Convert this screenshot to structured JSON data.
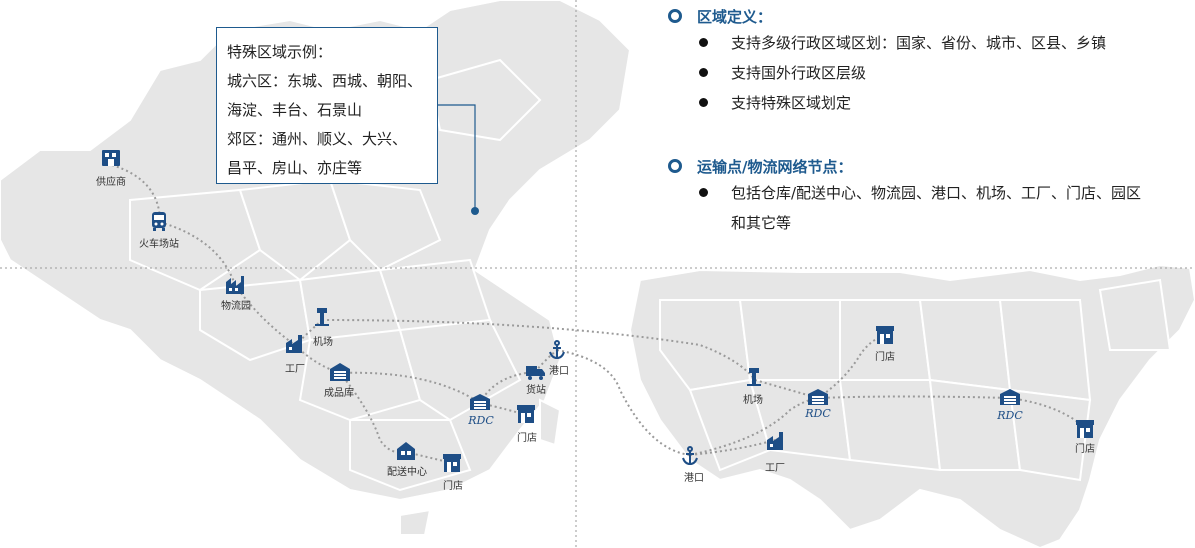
{
  "callout": {
    "lines": [
      "特殊区域示例：",
      "城六区：东城、西城、朝阳、",
      "海淀、丰台、石景山",
      "郊区：通州、顺义、大兴、",
      "昌平、房山、亦庄等"
    ]
  },
  "region_section": {
    "title": "区域定义：",
    "items": [
      "支持多级行政区域区划：国家、省份、城市、区县、乡镇",
      "支持国外行政区层级",
      "支持特殊区域划定"
    ]
  },
  "node_section": {
    "title": "运输点/物流网络节点：",
    "items": [
      "包括仓库/配送中心、物流园、港口、机场、工厂、门店、园区和其它等"
    ]
  },
  "nodes": {
    "supplier": "供应商",
    "train_station": "火车场站",
    "logistics_park": "物流园",
    "airport_cn": "机场",
    "factory_cn": "工厂",
    "finished_goods_wh": "成品库",
    "distribution_center": "配送中心",
    "store_cn_1": "门店",
    "rdc_cn": "RDC",
    "freight_station": "货站",
    "port_cn": "港口",
    "store_cn_2": "门店",
    "port_us": "港口",
    "factory_us": "工厂",
    "airport_us": "机场",
    "rdc_us_1": "RDC",
    "store_us_1": "门店",
    "rdc_us_2": "RDC",
    "store_us_2": "门店"
  },
  "colors": {
    "accent": "#1e5a8e",
    "map_fill": "#e6e6e6",
    "map_border": "#ffffff",
    "route": "#9a9a9a",
    "divider": "#9a9a9a"
  }
}
